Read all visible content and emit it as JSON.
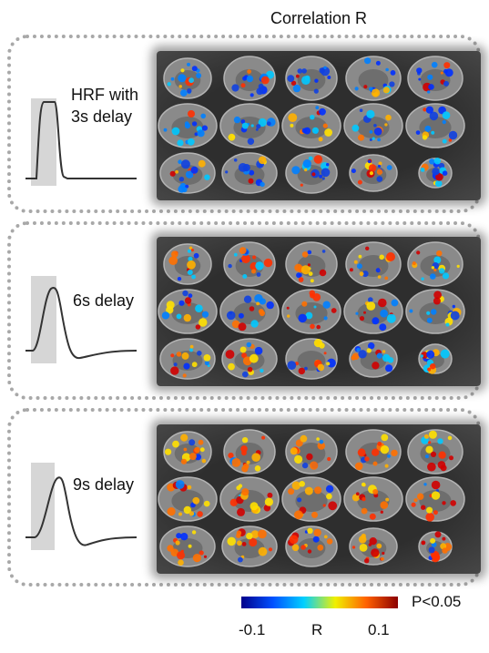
{
  "title": "Correlation R",
  "panels": [
    {
      "label_line1": "HRF with",
      "label_line2": "3s delay",
      "delay": 3
    },
    {
      "label_line1": "6s delay",
      "label_line2": "",
      "delay": 6
    },
    {
      "label_line1": "9s delay",
      "label_line2": "",
      "delay": 9
    }
  ],
  "colorbar": {
    "min_label": "-0.1",
    "mid_label": "R",
    "max_label": "0.1",
    "significance": "P<0.05",
    "colors": [
      "#00008b",
      "#0050ff",
      "#00d0ff",
      "#f0f000",
      "#ff6000",
      "#8b0000"
    ]
  }
}
